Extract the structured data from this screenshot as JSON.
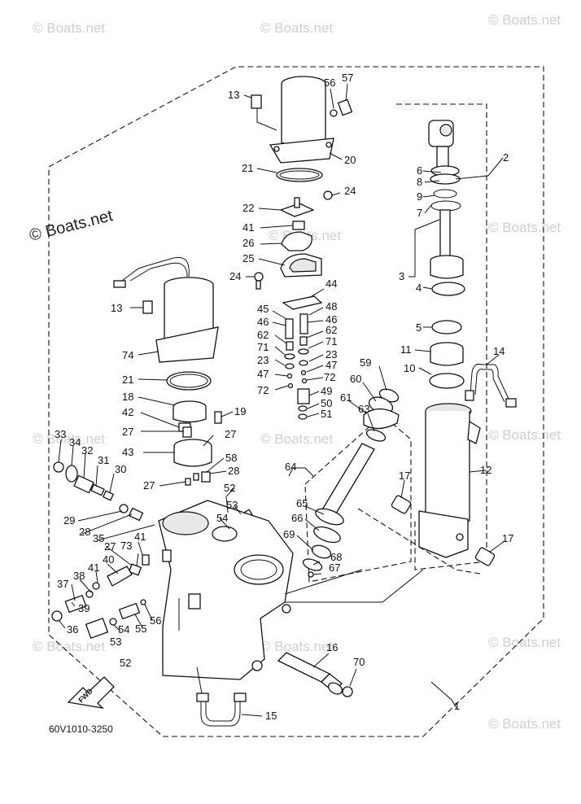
{
  "watermarks": [
    "© Boats.net",
    "© Boats.net",
    "© Boats.net",
    "© Boats.net",
    "© Boats.net",
    "© Boats.net",
    "© Boats.net",
    "© Boats.net",
    "© Boats.net",
    "© Boats.net",
    "© Boats.net",
    "© Boats.net"
  ],
  "main_watermark": "© Boats.net",
  "diagram_code": "60V1010-3250",
  "fwd_label": "FWD",
  "part_labels": [
    {
      "id": "l13a",
      "text": "13"
    },
    {
      "id": "l56a",
      "text": "56"
    },
    {
      "id": "l57",
      "text": "57"
    },
    {
      "id": "l20",
      "text": "20"
    },
    {
      "id": "l21a",
      "text": "21"
    },
    {
      "id": "l24a",
      "text": "24"
    },
    {
      "id": "l22",
      "text": "22"
    },
    {
      "id": "l41a",
      "text": "41"
    },
    {
      "id": "l26",
      "text": "26"
    },
    {
      "id": "l25",
      "text": "25"
    },
    {
      "id": "l24b",
      "text": "24"
    },
    {
      "id": "l44",
      "text": "44"
    },
    {
      "id": "l45",
      "text": "45"
    },
    {
      "id": "l48",
      "text": "48"
    },
    {
      "id": "l46a",
      "text": "46"
    },
    {
      "id": "l46b",
      "text": "46"
    },
    {
      "id": "l62a",
      "text": "62"
    },
    {
      "id": "l62b",
      "text": "62"
    },
    {
      "id": "l71a",
      "text": "71"
    },
    {
      "id": "l71b",
      "text": "71"
    },
    {
      "id": "l23a",
      "text": "23"
    },
    {
      "id": "l23b",
      "text": "23"
    },
    {
      "id": "l47a",
      "text": "47"
    },
    {
      "id": "l47b",
      "text": "47"
    },
    {
      "id": "l72a",
      "text": "72"
    },
    {
      "id": "l72b",
      "text": "72"
    },
    {
      "id": "l49",
      "text": "49"
    },
    {
      "id": "l50",
      "text": "50"
    },
    {
      "id": "l51",
      "text": "51"
    },
    {
      "id": "l13b",
      "text": "13"
    },
    {
      "id": "l74",
      "text": "74"
    },
    {
      "id": "l21b",
      "text": "21"
    },
    {
      "id": "l18",
      "text": "18"
    },
    {
      "id": "l42",
      "text": "42"
    },
    {
      "id": "l19",
      "text": "19"
    },
    {
      "id": "l27a",
      "text": "27"
    },
    {
      "id": "l27b",
      "text": "27"
    },
    {
      "id": "l43",
      "text": "43"
    },
    {
      "id": "l58",
      "text": "58"
    },
    {
      "id": "l28a",
      "text": "28"
    },
    {
      "id": "l27c",
      "text": "27"
    },
    {
      "id": "l52a",
      "text": "52"
    },
    {
      "id": "l53a",
      "text": "53"
    },
    {
      "id": "l54a",
      "text": "54"
    },
    {
      "id": "l33",
      "text": "33"
    },
    {
      "id": "l34",
      "text": "34"
    },
    {
      "id": "l32",
      "text": "32"
    },
    {
      "id": "l31",
      "text": "31"
    },
    {
      "id": "l30",
      "text": "30"
    },
    {
      "id": "l29",
      "text": "29"
    },
    {
      "id": "l28b",
      "text": "28"
    },
    {
      "id": "l35",
      "text": "35"
    },
    {
      "id": "l27d",
      "text": "27"
    },
    {
      "id": "l41b",
      "text": "41"
    },
    {
      "id": "l73",
      "text": "73"
    },
    {
      "id": "l40",
      "text": "40"
    },
    {
      "id": "l41c",
      "text": "41"
    },
    {
      "id": "l38",
      "text": "38"
    },
    {
      "id": "l37",
      "text": "37"
    },
    {
      "id": "l39",
      "text": "39"
    },
    {
      "id": "l36",
      "text": "36"
    },
    {
      "id": "l54b",
      "text": "54"
    },
    {
      "id": "l55",
      "text": "55"
    },
    {
      "id": "l56b",
      "text": "56"
    },
    {
      "id": "l53b",
      "text": "53"
    },
    {
      "id": "l52b",
      "text": "52"
    },
    {
      "id": "l2",
      "text": "2"
    },
    {
      "id": "l6",
      "text": "6"
    },
    {
      "id": "l8",
      "text": "8"
    },
    {
      "id": "l9",
      "text": "9"
    },
    {
      "id": "l7",
      "text": "7"
    },
    {
      "id": "l3",
      "text": "3"
    },
    {
      "id": "l4",
      "text": "4"
    },
    {
      "id": "l5",
      "text": "5"
    },
    {
      "id": "l11",
      "text": "11"
    },
    {
      "id": "l14",
      "text": "14"
    },
    {
      "id": "l10",
      "text": "10"
    },
    {
      "id": "l59",
      "text": "59"
    },
    {
      "id": "l60",
      "text": "60"
    },
    {
      "id": "l61",
      "text": "61"
    },
    {
      "id": "l63",
      "text": "63"
    },
    {
      "id": "l12",
      "text": "12"
    },
    {
      "id": "l64",
      "text": "64"
    },
    {
      "id": "l17a",
      "text": "17"
    },
    {
      "id": "l17b",
      "text": "17"
    },
    {
      "id": "l65",
      "text": "65"
    },
    {
      "id": "l66",
      "text": "66"
    },
    {
      "id": "l69",
      "text": "69"
    },
    {
      "id": "l68",
      "text": "68"
    },
    {
      "id": "l67",
      "text": "67"
    },
    {
      "id": "l16",
      "text": "16"
    },
    {
      "id": "l70",
      "text": "70"
    },
    {
      "id": "l1",
      "text": "1"
    },
    {
      "id": "l15",
      "text": "15"
    }
  ]
}
